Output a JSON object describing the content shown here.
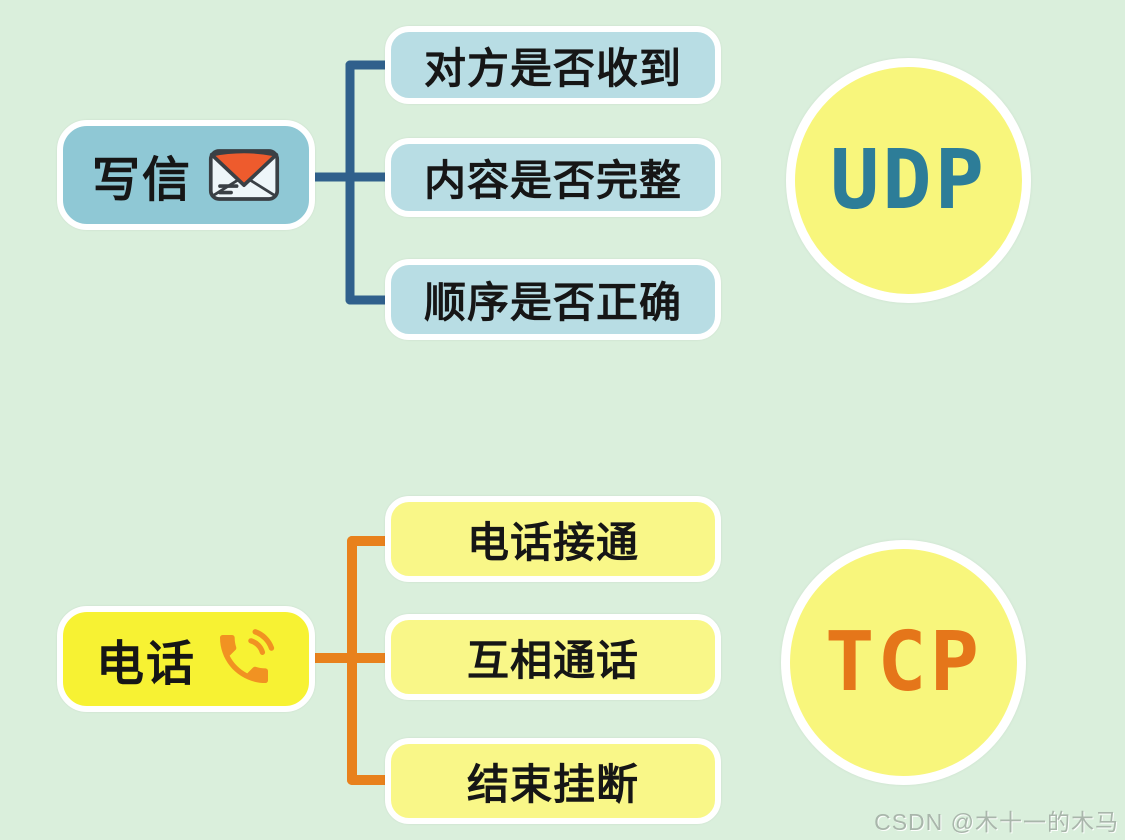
{
  "colors": {
    "bg": "#daefdc",
    "node_text": "#161616",
    "blue_root": "#8fc8d5",
    "blue_child": "#b8dde4",
    "blue_line": "#30608c",
    "udp_text": "#2d7d98",
    "yellow_root": "#f7f233",
    "yellow_child": "#f9f788",
    "orange_line": "#e8811c",
    "tcp_text": "#e5761a",
    "circle_fill": "#f8f67c",
    "watermark_color": "#a9b6ab",
    "envelope_flap": "#ee5b2d",
    "phone_icon": "#f19222"
  },
  "groups": [
    {
      "id": "udp",
      "root": {
        "label": "写信",
        "icon": "envelope-icon"
      },
      "children": [
        "对方是否收到",
        "内容是否完整",
        "顺序是否正确"
      ],
      "badge": "UDP"
    },
    {
      "id": "tcp",
      "root": {
        "label": "电话",
        "icon": "phone-icon"
      },
      "children": [
        "电话接通",
        "互相通话",
        "结束挂断"
      ],
      "badge": "TCP"
    }
  ],
  "watermark": "CSDN @木十一的木马"
}
